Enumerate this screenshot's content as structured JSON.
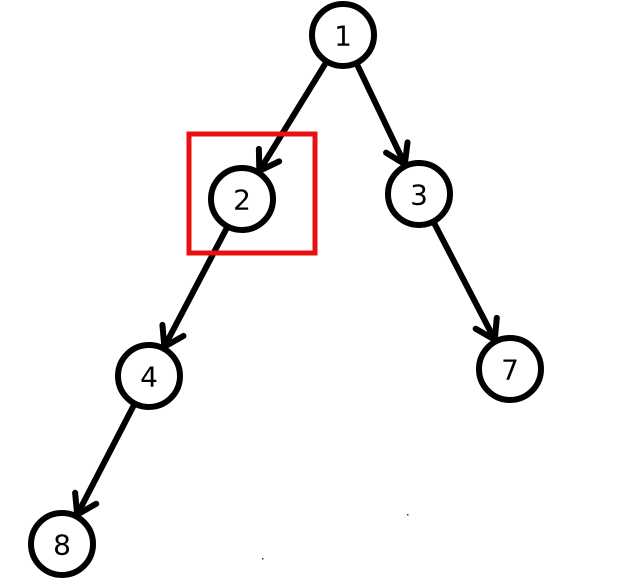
{
  "tree": {
    "nodes": [
      {
        "id": "1",
        "label": "1"
      },
      {
        "id": "2",
        "label": "2"
      },
      {
        "id": "3",
        "label": "3"
      },
      {
        "id": "4",
        "label": "4"
      },
      {
        "id": "7",
        "label": "7"
      },
      {
        "id": "8",
        "label": "8"
      }
    ],
    "edges": [
      {
        "from": "1",
        "to": "2"
      },
      {
        "from": "1",
        "to": "3"
      },
      {
        "from": "2",
        "to": "4"
      },
      {
        "from": "3",
        "to": "7"
      },
      {
        "from": "4",
        "to": "8"
      }
    ],
    "highlighted_node": "2"
  },
  "colors": {
    "edge": "#000000",
    "node_stroke": "#000000",
    "node_fill": "#ffffff",
    "highlight": "#e81010",
    "background": "#ffffff"
  }
}
